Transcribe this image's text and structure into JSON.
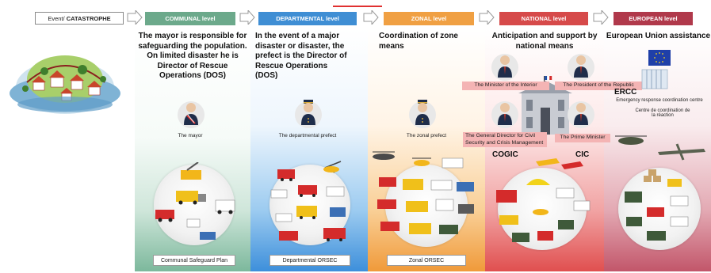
{
  "header": {
    "event_prefix": "Event/ ",
    "event_bold": "CATASTROPHE",
    "tabs": [
      {
        "label": "COMMUNAL level",
        "color": "#6ca98b"
      },
      {
        "label": "DEPARTMENTAL level",
        "color": "#3f8ed4"
      },
      {
        "label": "ZONAL level",
        "color": "#f0a043"
      },
      {
        "label": "NATIONAL level",
        "color": "#d64a4a"
      },
      {
        "label": "EUROPEAN level",
        "color": "#b0394b"
      }
    ]
  },
  "columns": {
    "communal": {
      "title": "The mayor is responsible for safeguarding the population. On limited disaster he is Director of Rescue Operations (DOS)",
      "person": "The mayor",
      "plan": "Communal Safeguard Plan"
    },
    "departmental": {
      "title": "In the event of a major disaster or disaster, the prefect is the Director of Rescue Operations (DOS)",
      "person": "The departmental prefect",
      "plan": "Departmental ORSEC"
    },
    "zonal": {
      "title": "Coordination of zone means",
      "person": "The zonal prefect",
      "plan": "Zonal ORSEC"
    },
    "national": {
      "title": "Anticipation and support by national means",
      "minister_interior": "The Minister of the Interior",
      "president": "The President of the Republic",
      "general_director": "The General Director  for Civil Security and Crisis Management",
      "prime_minister": "The Prime Minister",
      "cogic": "COGIC",
      "cic": "CIC"
    },
    "european": {
      "title": "European Union assistance",
      "ercc": "ERCC",
      "ercc_en": "Emergency response coordination centre",
      "ercc_fr": "Centre de coordination de la réaction"
    }
  }
}
